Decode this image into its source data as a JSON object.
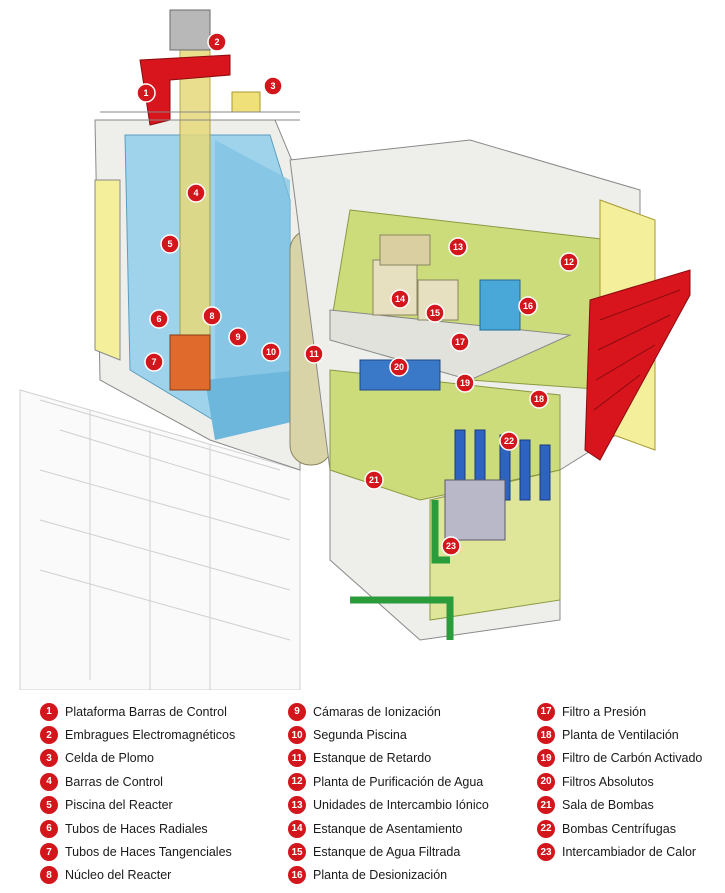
{
  "legend": [
    {
      "n": "1",
      "label": "Plataforma Barras de Control"
    },
    {
      "n": "2",
      "label": "Embragues Electromagnéticos"
    },
    {
      "n": "3",
      "label": "Celda de Plomo"
    },
    {
      "n": "4",
      "label": "Barras de Control"
    },
    {
      "n": "5",
      "label": "Piscina del Reacter"
    },
    {
      "n": "6",
      "label": "Tubos de Haces Radiales"
    },
    {
      "n": "7",
      "label": "Tubos de Haces Tangenciales"
    },
    {
      "n": "8",
      "label": "Núcleo del Reacter"
    },
    {
      "n": "9",
      "label": "Cámaras de Ionización"
    },
    {
      "n": "10",
      "label": "Segunda Piscina"
    },
    {
      "n": "11",
      "label": "Estanque de Retardo"
    },
    {
      "n": "12",
      "label": "Planta de Purificación de Agua"
    },
    {
      "n": "13",
      "label": "Unidades de Intercambio Iónico"
    },
    {
      "n": "14",
      "label": "Estanque de Asentamiento"
    },
    {
      "n": "15",
      "label": "Estanque de Agua Filtrada"
    },
    {
      "n": "16",
      "label": "Planta de Desionización"
    },
    {
      "n": "17",
      "label": "Filtro a Presión"
    },
    {
      "n": "18",
      "label": "Planta de Ventilación"
    },
    {
      "n": "19",
      "label": "Filtro de Carbón Activado"
    },
    {
      "n": "20",
      "label": "Filtros Absolutos"
    },
    {
      "n": "21",
      "label": "Sala de Bombas"
    },
    {
      "n": "22",
      "label": "Bombas Centrífugas"
    },
    {
      "n": "23",
      "label": "Intercambiador de Calor"
    }
  ],
  "markers": [
    "1",
    "2",
    "3",
    "4",
    "5",
    "6",
    "7",
    "8",
    "9",
    "10",
    "11",
    "12",
    "13",
    "14",
    "15",
    "16",
    "17",
    "18",
    "19",
    "20",
    "21",
    "22",
    "23"
  ],
  "colors": {
    "marker": "#d3151c",
    "water": "#9fd3ec",
    "floor": "#cddc7a",
    "wall": "#f0f0ec",
    "tank": "#d9d4a8",
    "pipe_blue": "#2f63c2",
    "pipe_green": "#2b9c3c",
    "structure_red": "#d8141c"
  }
}
